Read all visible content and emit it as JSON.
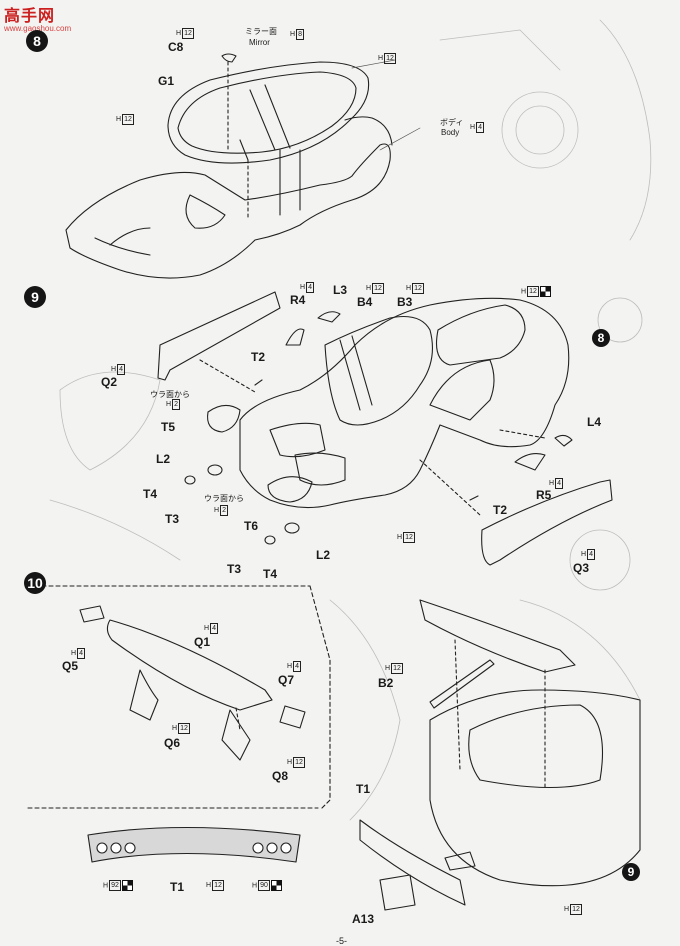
{
  "watermark": {
    "name": "高手网",
    "url": "www.gaoshou.com"
  },
  "step_badges": {
    "s8_top": "8",
    "s9": "9",
    "s8_ref": "8",
    "s10": "10",
    "s9_ref": "9"
  },
  "callouts": {
    "mirror_jp": "ミラー面",
    "mirror_en": "Mirror",
    "body_jp": "ボディ",
    "body_en": "Body",
    "ura_jp": "ウラ面から"
  },
  "colors": {
    "H": "H",
    "n12": "12",
    "n8": "8",
    "n4": "4",
    "n2": "2",
    "n92": "92",
    "n90": "90"
  },
  "parts": {
    "C8": "C8",
    "G1": "G1",
    "R4": "R4",
    "L3": "L3",
    "B4": "B4",
    "B3": "B3",
    "Q2": "Q2",
    "T2": "T2",
    "T5": "T5",
    "L2": "L2",
    "T4": "T4",
    "T3": "T3",
    "T6": "T6",
    "L4": "L4",
    "R5": "R5",
    "Q3": "Q3",
    "Q5": "Q5",
    "Q1": "Q1",
    "Q7": "Q7",
    "Q6": "Q6",
    "Q8": "Q8",
    "B2": "B2",
    "T1": "T1",
    "A13": "A13"
  },
  "page_number": "-5-"
}
